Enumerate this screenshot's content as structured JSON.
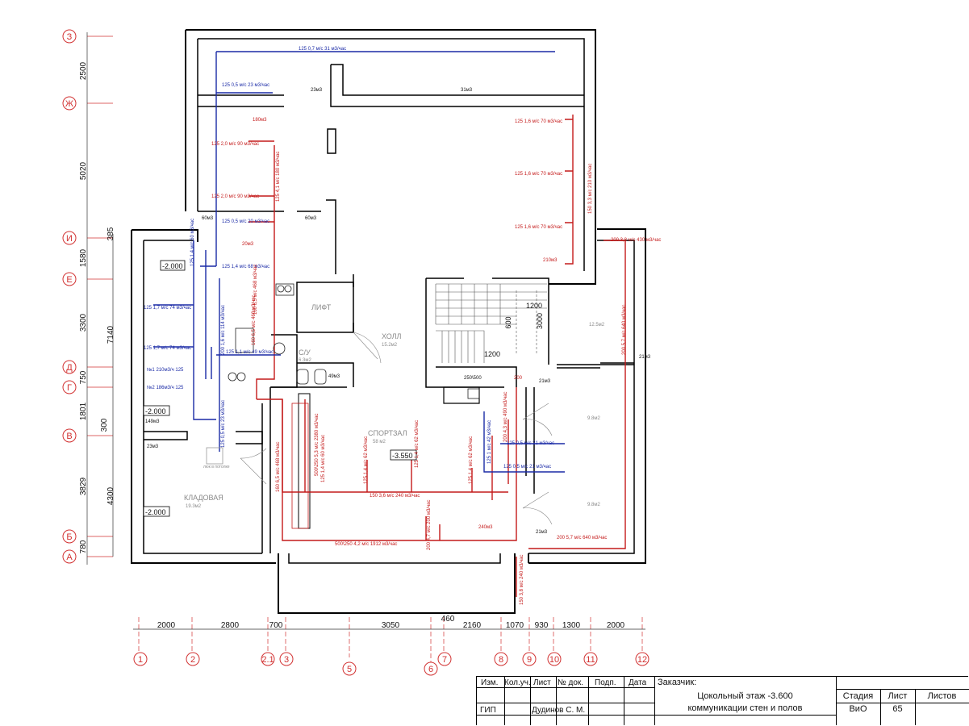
{
  "axes_letters": [
    "З",
    "Ж",
    "И",
    "Е",
    "Д",
    "Г",
    "В",
    "Б",
    "А"
  ],
  "axes_numbers": [
    "1",
    "2",
    "2.1",
    "3",
    "5",
    "6",
    "7",
    "8",
    "9",
    "10",
    "11",
    "12"
  ],
  "left_dims_outer": [
    "2500",
    "5020",
    "1580",
    "3300",
    "750",
    "1801",
    "3829",
    "780"
  ],
  "left_dims_inner": [
    "385",
    "7140",
    "300",
    "4300"
  ],
  "bottom_dims": [
    "2000",
    "2800",
    "700",
    "3050",
    "460",
    "2160",
    "1070",
    "930",
    "1300",
    "2000"
  ],
  "levels": [
    "-2.000",
    "-2.000",
    "-2.000",
    "-3.550"
  ],
  "rooms": {
    "lift": "ЛИФТ",
    "hall": "ХОЛЛ",
    "hall_area": "15.2м2",
    "wc": "С/У",
    "wc_area": "6.3м2",
    "gym": "СПОРТЗАЛ",
    "gym_area": "58 м2",
    "storage": "КЛАДОВАЯ",
    "storage_area": "19.3м2",
    "area_12": "12.5м2",
    "area_9a": "9.8м2",
    "area_9b": "9.8м2",
    "ceiling_note": "люк в потолке",
    "d1200": "1200",
    "d1200b": "1200",
    "d600": "600",
    "d3000": "3000"
  },
  "blue_labels": [
    "125 0,7 м/с 31 м3/час",
    "125 0,5 м/с 23 м3/час",
    "125 1,4 м/с 60 м3/час",
    "125 1,4 м/с 68 м3/час",
    "125 1,7 м/с 74 м3/час",
    "125 1,7 м/с 74 м3/час",
    "200 1,6 м/с 114 м3/час",
    "125 1,1 м/с 49 м3/час",
    "№1 210м3/ч 125",
    "№2 186м3/ч 125",
    "125 0,5 м/с 23 м3/час",
    "125 1 м/с 42 м3/час",
    "125 0,5 м/с 21 м3/час",
    "125 0,5 м/с 21 м3/час",
    "250\\500",
    "125 0,5 м/с 20 м3/час"
  ],
  "red_labels": [
    "180м3",
    "125 2,0 м/с 90 м3/час",
    "125 2,0 м/с 90 м3/час",
    "125 4,1 м/с 180 м3/час",
    "125 1,6 м/с 70 м3/час",
    "125 1,6 м/с 70 м3/час",
    "125 1,6 м/с 70 м3/час",
    "150 3,3 м/с 210 м3/час",
    "210м3",
    "200 3,8 м/с 430 м3/час",
    "200 5,7 м/с 640 м3/час",
    "200 5,7 м/с 640 м3/час",
    "160 6,5 м/с 468 м3/час",
    "160 6,5 м/с 468 м3/час",
    "160 6,5 м/с 468 м3/час",
    "500\\250 5,3 м/с 2380 м3/час",
    "125 1,4 м/с 60 м3/час",
    "125 1,4 м/с 62 м3/час",
    "125 1,4 м/с 62 м3/час",
    "125 1,4 м/с 62 м3/час",
    "150 3,6 м/с 240 м3/час",
    "500\\250 4,2 м/с 1912 м3/час",
    "200 4,7 м/с 200 м3/час",
    "240м3",
    "200 4,3 м/с 490 м3/час",
    "150 3,8 м/с 240 м3/час",
    "20м3",
    "200"
  ],
  "black_labels": [
    "23м3",
    "31м3",
    "60м3",
    "60м3",
    "49м3",
    "149м3",
    "23м3",
    "21м3",
    "21м3",
    "21м3"
  ],
  "title_block": {
    "izm": "Изм.",
    "kol": "Кол.уч.",
    "list": "Лист",
    "ndok": "№ док.",
    "podp": "Подп.",
    "data": "Дата",
    "zakazchik": "Заказчик:",
    "gip": "ГИП",
    "gip_name": "Дудинов С. М.",
    "title_line1": "Цокольный этаж -3.600",
    "title_line2": "коммуникации стен и полов",
    "stadiya": "Стадия",
    "stadiya_val": "ВиО",
    "list_h": "Лист",
    "list_val": "65",
    "listov": "Листов"
  },
  "colors": {
    "supply": "#c41a1a",
    "exhaust": "#1a2aa6",
    "wall": "#000000",
    "axis": "#d23232"
  }
}
